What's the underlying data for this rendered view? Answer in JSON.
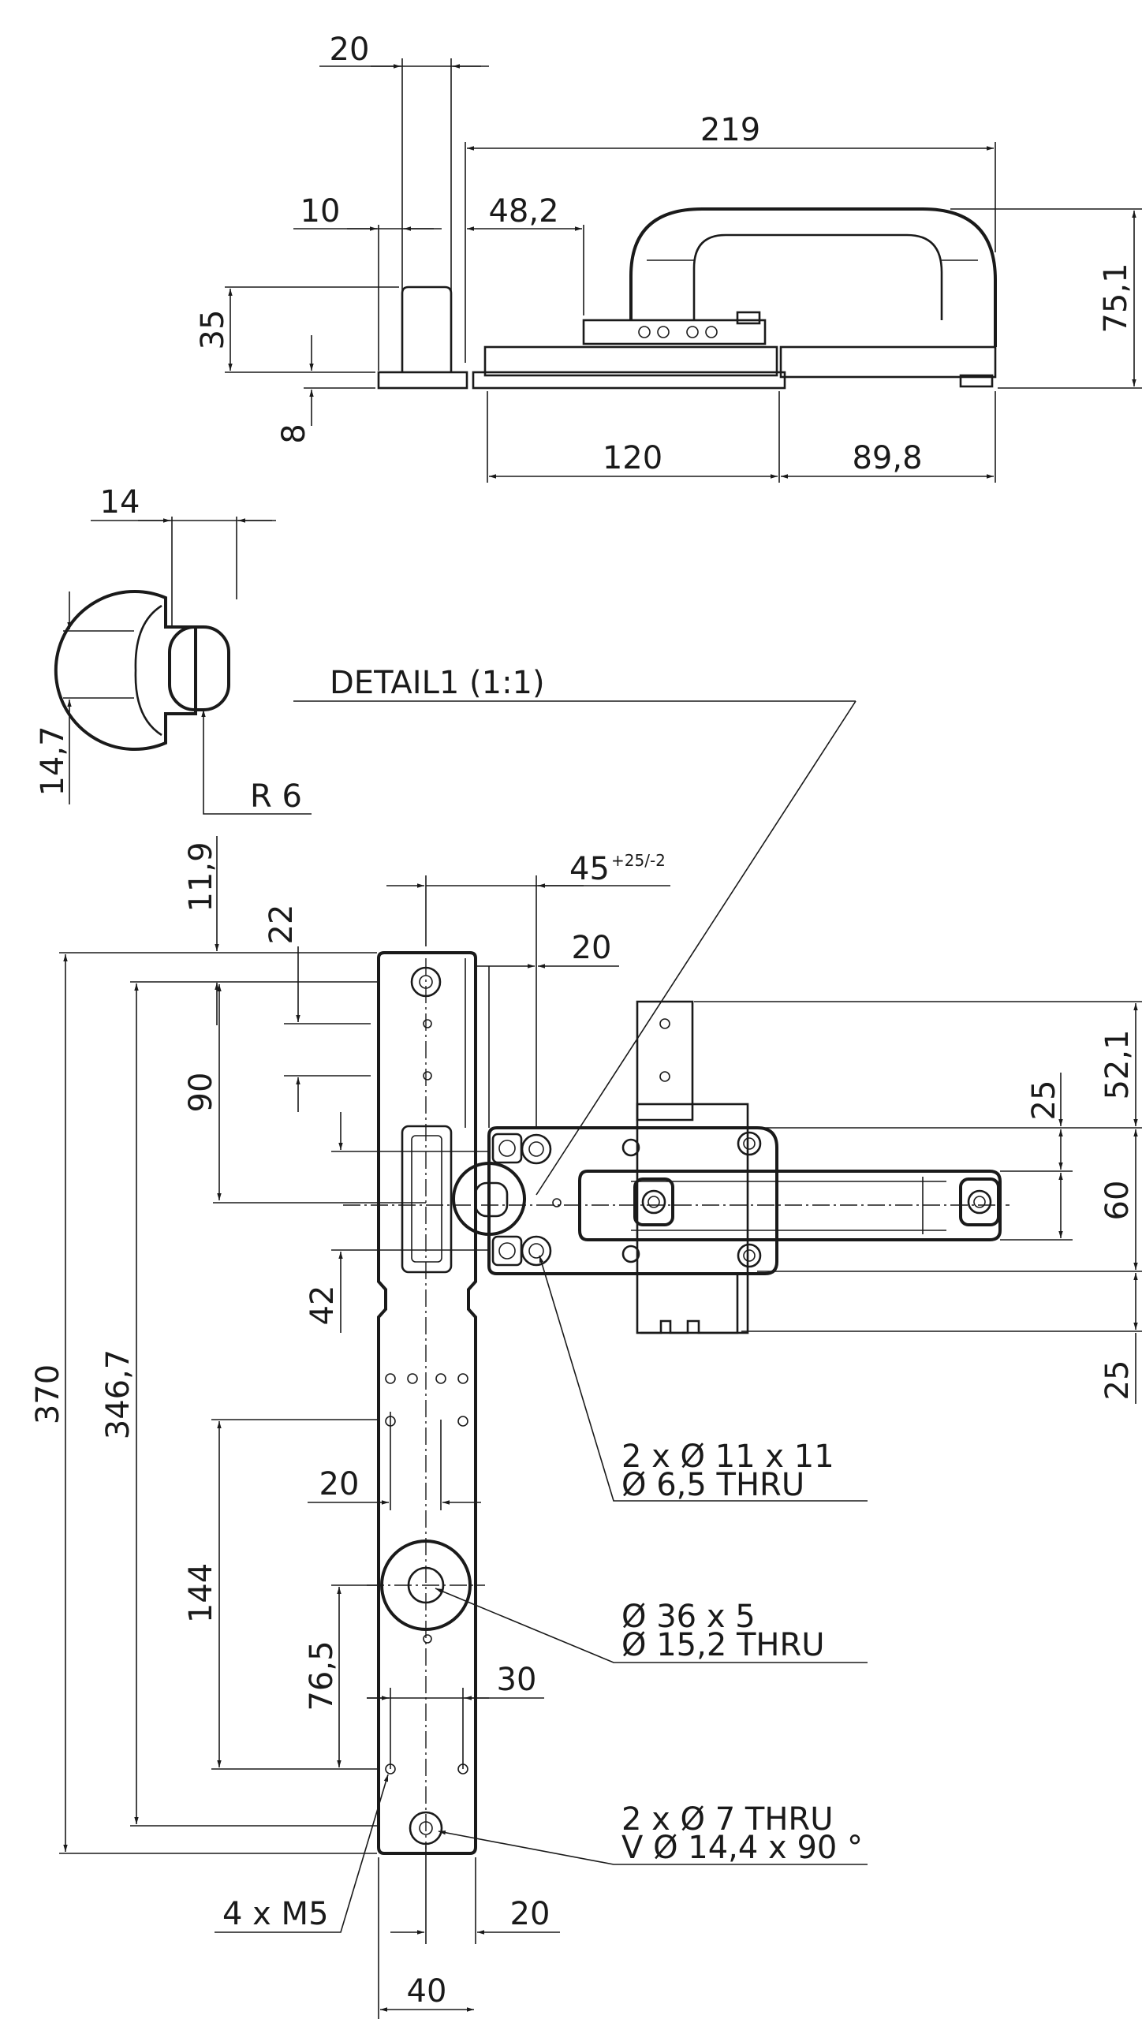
{
  "dimensions": {
    "top_20": "20",
    "top_219": "219",
    "top_10": "10",
    "top_48_2": "48,2",
    "top_35": "35",
    "top_8": "8",
    "top_120": "120",
    "top_89_8": "89,8",
    "top_75_1": "75,1",
    "det_14": "14",
    "det_14_7": "14,7",
    "det_r6": "R 6",
    "main_11_9": "11,9",
    "main_22": "22",
    "main_45": "45",
    "main_45_tol": "+25/-2",
    "main_20a": "20",
    "main_90": "90",
    "main_42": "42",
    "main_370": "370",
    "main_346_7": "346,7",
    "main_20b": "20",
    "main_144": "144",
    "main_76_5": "76,5",
    "main_30": "30",
    "main_20c": "20",
    "main_40": "40",
    "side_52_1": "52,1",
    "side_25a": "25",
    "side_60": "60",
    "side_25b": "25"
  },
  "callouts": {
    "detail": "DETAIL1 (1:1)",
    "holes_a_1": "2 x Ø 11 x 11",
    "holes_a_2": "Ø 6,5 THRU",
    "bore_1": "Ø 36 x 5",
    "bore_2": "Ø 15,2 THRU",
    "holes_b_1": "2 x Ø 7 THRU",
    "holes_b_2": "V Ø 14,4 x 90 °",
    "thread": "4 x M5"
  }
}
